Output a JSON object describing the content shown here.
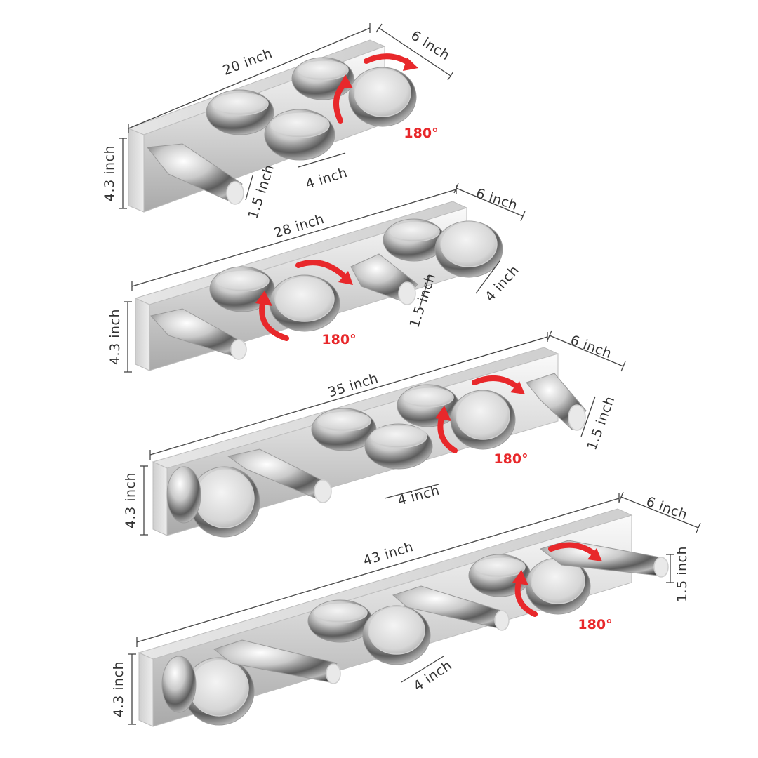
{
  "units": {
    "width_20": "20 inch",
    "width_28": "28 inch",
    "width_35": "35 inch",
    "width_43": "43 inch",
    "depth": "6 inch",
    "height": "4.3 inch",
    "shade_depth": "1.5 inch",
    "shade_diameter": "4 inch",
    "rotation": "180°"
  },
  "colors": {
    "accent": "#e8282b",
    "chrome_light": "#f2f2f2",
    "chrome_dark": "#6d6d6d",
    "dimension_line": "#444444"
  },
  "icons": [
    "rotate-arrow-icon"
  ]
}
